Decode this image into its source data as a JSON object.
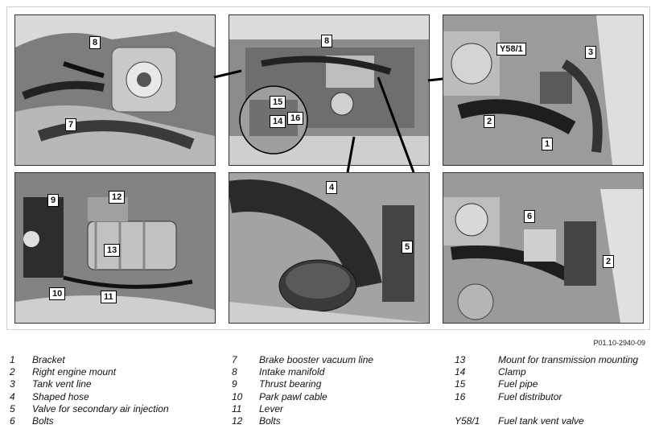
{
  "reference_code": "P01.10-2940-09",
  "callouts": {
    "p1": [
      "8",
      "7"
    ],
    "p2": [
      "8",
      "15",
      "14",
      "16"
    ],
    "p3": [
      "Y58/1",
      "3",
      "2",
      "1"
    ],
    "p4": [
      "9",
      "12",
      "13",
      "10",
      "11"
    ],
    "p5": [
      "4",
      "5"
    ],
    "p6": [
      "6",
      "2"
    ]
  },
  "legend": {
    "col1": [
      {
        "num": "1",
        "text": "Bracket"
      },
      {
        "num": "2",
        "text": "Right engine mount"
      },
      {
        "num": "3",
        "text": "Tank vent line"
      },
      {
        "num": "4",
        "text": "Shaped hose"
      },
      {
        "num": "5",
        "text": "Valve for secondary air injection"
      },
      {
        "num": "6",
        "text": "Bolts"
      }
    ],
    "col2": [
      {
        "num": "7",
        "text": "Brake booster vacuum line"
      },
      {
        "num": "8",
        "text": "Intake manifold"
      },
      {
        "num": "9",
        "text": "Thrust bearing"
      },
      {
        "num": "10",
        "text": "Park pawl cable"
      },
      {
        "num": "11",
        "text": "Lever"
      },
      {
        "num": "12",
        "text": "Bolts"
      }
    ],
    "col3": [
      {
        "num": "13",
        "text": "Mount for transmission mounting"
      },
      {
        "num": "14",
        "text": "Clamp"
      },
      {
        "num": "15",
        "text": "Fuel pipe"
      },
      {
        "num": "16",
        "text": "Fuel distributor"
      },
      {
        "num": "",
        "text": ""
      },
      {
        "num": "Y58/1",
        "text": "Fuel tank vent valve"
      }
    ]
  }
}
